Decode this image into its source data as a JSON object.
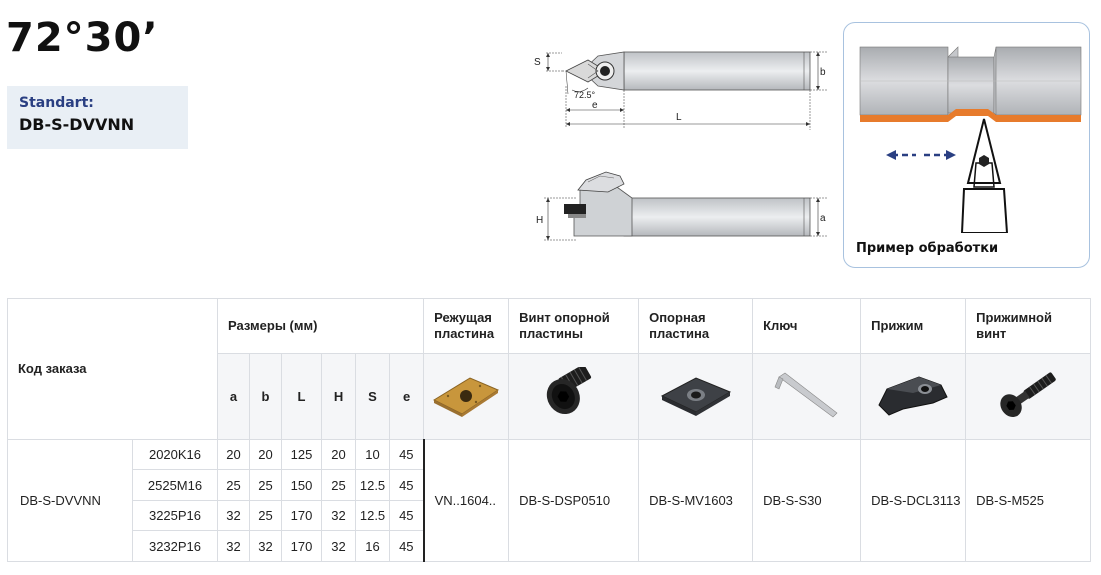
{
  "header": {
    "angle": "72°30’",
    "standart_label": "Standart:",
    "standart_value": "DB-S-DVVNN"
  },
  "drawing": {
    "dim_s": "S",
    "dim_b": "b",
    "dim_angle": "72.5°",
    "dim_e": "e",
    "dim_l": "L",
    "dim_h": "H",
    "dim_a": "a"
  },
  "example": {
    "caption": "Пример обработки"
  },
  "table": {
    "order_code_header": "Код заказа",
    "dimensions_header": "Размеры (мм)",
    "dim_columns": [
      "a",
      "b",
      "L",
      "H",
      "S",
      "e"
    ],
    "part_headers": {
      "insert": "Режущая пластина",
      "shim_screw": "Винт опорной пластины",
      "shim": "Опорная пластина",
      "key": "Ключ",
      "clamp": "Прижим",
      "clamp_screw": "Прижимной винт"
    },
    "product_code": "DB-S-DVVNN",
    "rows": [
      {
        "code": "2020K16",
        "a": "20",
        "b": "20",
        "L": "125",
        "H": "20",
        "S": "10",
        "e": "45"
      },
      {
        "code": "2525M16",
        "a": "25",
        "b": "25",
        "L": "150",
        "H": "25",
        "S": "12.5",
        "e": "45"
      },
      {
        "code": "3225P16",
        "a": "32",
        "b": "25",
        "L": "170",
        "H": "32",
        "S": "12.5",
        "e": "45"
      },
      {
        "code": "3232P16",
        "a": "32",
        "b": "32",
        "L": "170",
        "H": "32",
        "S": "16",
        "e": "45"
      }
    ],
    "parts": {
      "insert": "VN..1604..",
      "shim_screw": "DB-S-DSP0510",
      "shim": "DB-S-MV1603",
      "key": "DB-S-S30",
      "clamp": "DB-S-DCL3113",
      "clamp_screw": "DB-S-M525"
    }
  },
  "colors": {
    "accent_blue": "#2a3f82",
    "box_border": "#a8c2df",
    "stock_orange": "#e77b2c",
    "insert_gold": "#c8963c"
  }
}
